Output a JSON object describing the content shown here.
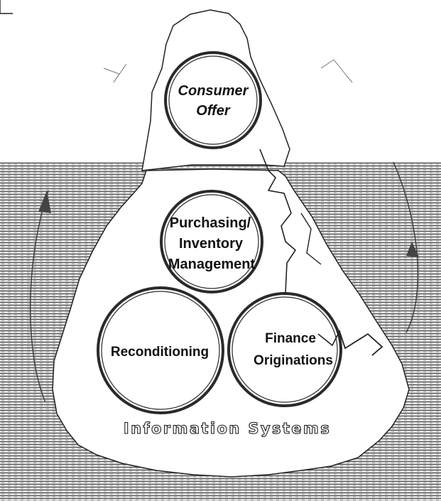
{
  "iceberg": {
    "above_water": {
      "circle_label_lines": [
        "Consumer",
        "Offer"
      ]
    },
    "below_water": {
      "circles": [
        {
          "label_lines": [
            "Purchasing/",
            "Inventory",
            "Management"
          ]
        },
        {
          "label_lines": [
            "Reconditioning"
          ]
        },
        {
          "label_lines": [
            "Finance",
            "Originations"
          ]
        }
      ]
    },
    "foundation_label": "Information Systems"
  },
  "colors": {
    "water_stripe": "#5e5e5e",
    "ice_fill": "#ffffff",
    "outline": "#222222",
    "circle_stroke": "#2a2a2a"
  }
}
